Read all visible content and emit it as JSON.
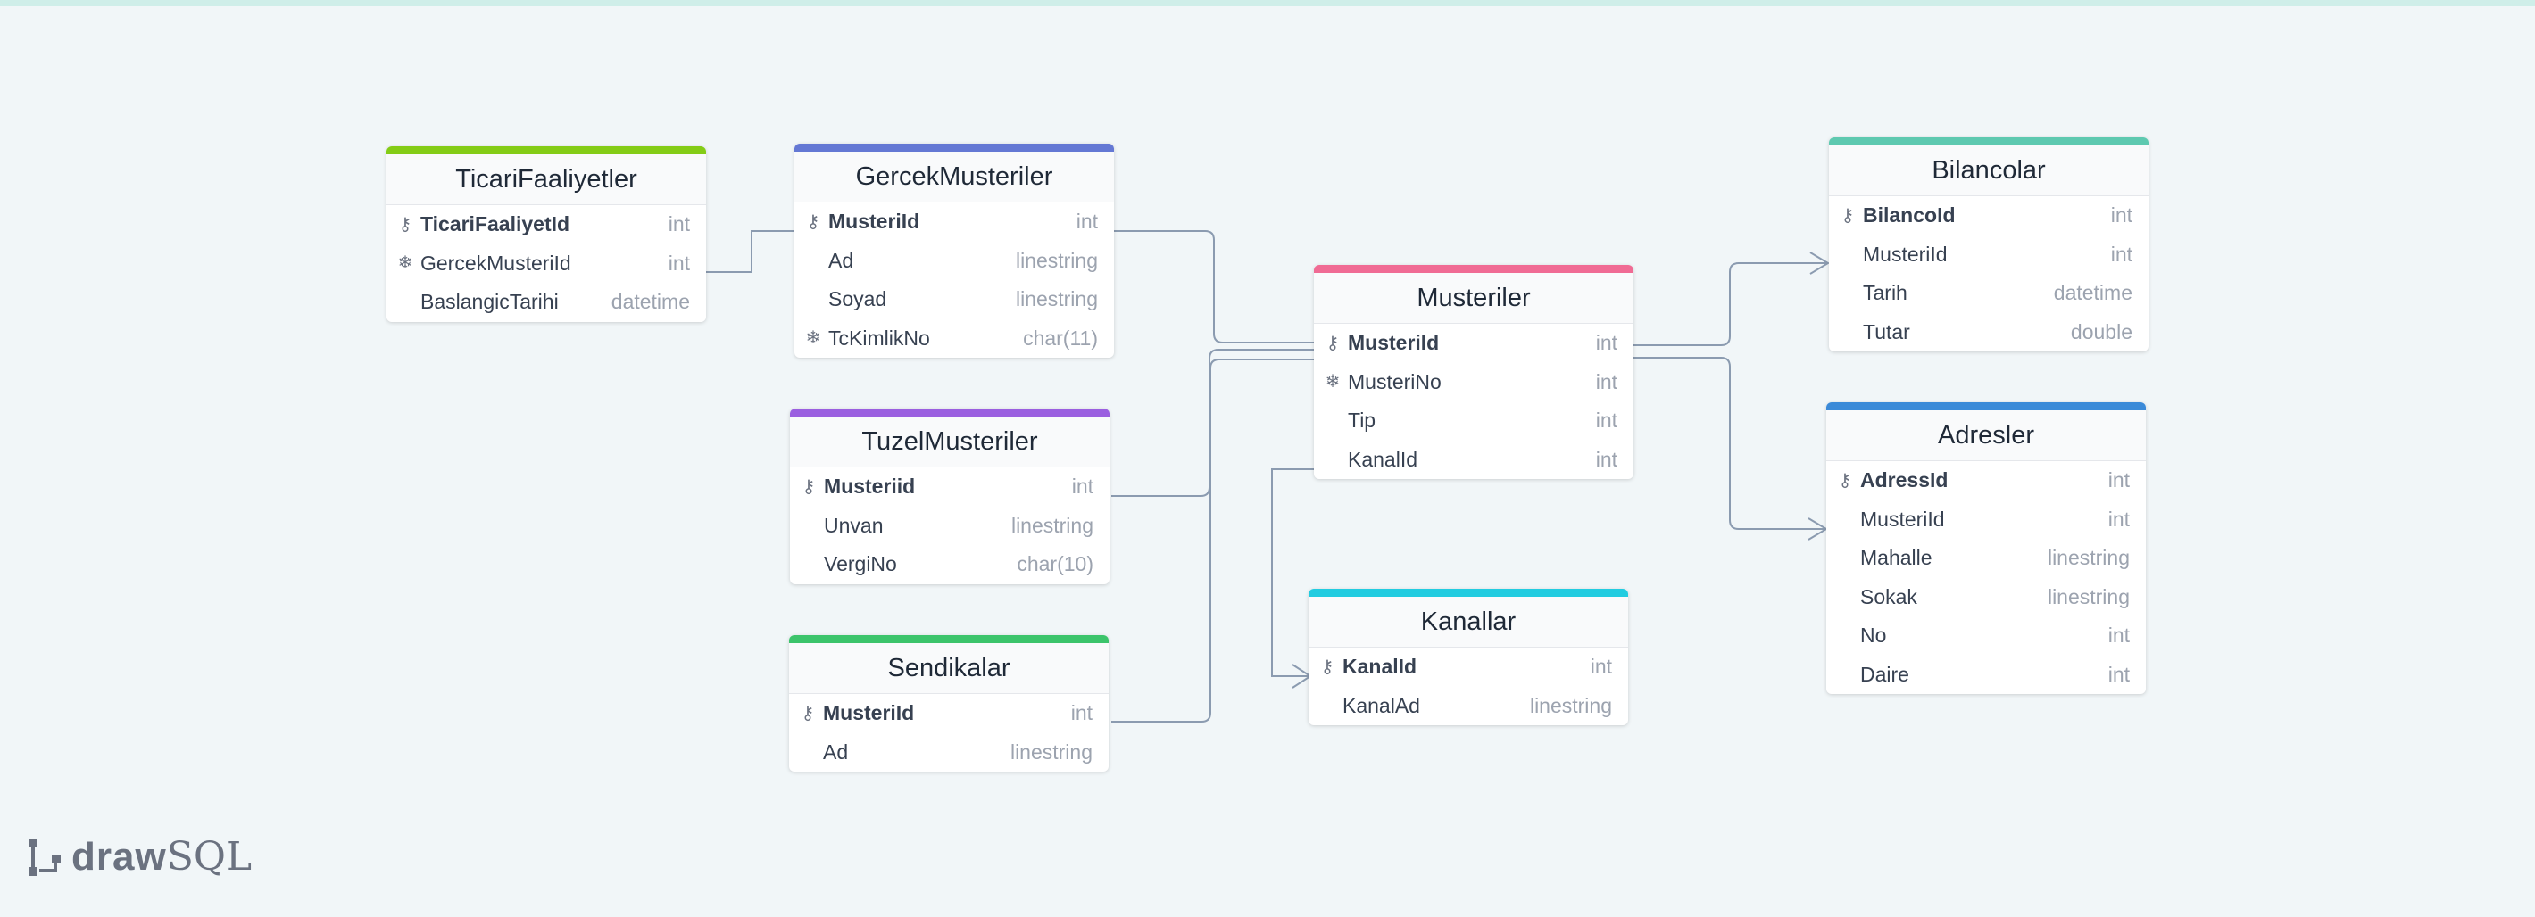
{
  "tables": {
    "ticari": {
      "name": "TicariFaaliyetler",
      "color": "#84cc16",
      "columns": [
        {
          "name": "TicariFaaliyetId",
          "type": "int",
          "icon": "key-icon"
        },
        {
          "name": "GercekMusteriId",
          "type": "int",
          "icon": "snowflake-icon"
        },
        {
          "name": "BaslangicTarihi",
          "type": "datetime",
          "icon": ""
        }
      ]
    },
    "gercek": {
      "name": "GercekMusteriler",
      "color": "#6478d4",
      "columns": [
        {
          "name": "MusteriId",
          "type": "int",
          "icon": "key-icon"
        },
        {
          "name": "Ad",
          "type": "linestring",
          "icon": ""
        },
        {
          "name": "Soyad",
          "type": "linestring",
          "icon": ""
        },
        {
          "name": "TcKimlikNo",
          "type": "char(11)",
          "icon": "snowflake-icon"
        }
      ]
    },
    "tuzel": {
      "name": "TuzelMusteriler",
      "color": "#9b5fe0",
      "columns": [
        {
          "name": "Musteriid",
          "type": "int",
          "icon": "key-icon"
        },
        {
          "name": "Unvan",
          "type": "linestring",
          "icon": ""
        },
        {
          "name": "VergiNo",
          "type": "char(10)",
          "icon": ""
        }
      ]
    },
    "sendika": {
      "name": "Sendikalar",
      "color": "#3cc46b",
      "columns": [
        {
          "name": "MusteriId",
          "type": "int",
          "icon": "key-icon"
        },
        {
          "name": "Ad",
          "type": "linestring",
          "icon": ""
        }
      ]
    },
    "musteriler": {
      "name": "Musteriler",
      "color": "#f06b94",
      "columns": [
        {
          "name": "MusteriId",
          "type": "int",
          "icon": "key-icon"
        },
        {
          "name": "MusteriNo",
          "type": "int",
          "icon": "snowflake-icon"
        },
        {
          "name": "Tip",
          "type": "int",
          "icon": ""
        },
        {
          "name": "KanalId",
          "type": "int",
          "icon": ""
        }
      ]
    },
    "kanallar": {
      "name": "Kanallar",
      "color": "#22cce0",
      "columns": [
        {
          "name": "KanalId",
          "type": "int",
          "icon": "key-icon"
        },
        {
          "name": "KanalAd",
          "type": "linestring",
          "icon": ""
        }
      ]
    },
    "bilancolar": {
      "name": "Bilancolar",
      "color": "#5ec9b0",
      "columns": [
        {
          "name": "BilancoId",
          "type": "int",
          "icon": "key-icon"
        },
        {
          "name": "MusteriId",
          "type": "int",
          "icon": ""
        },
        {
          "name": "Tarih",
          "type": "datetime",
          "icon": ""
        },
        {
          "name": "Tutar",
          "type": "double",
          "icon": ""
        }
      ]
    },
    "adresler": {
      "name": "Adresler",
      "color": "#3b8ad8",
      "columns": [
        {
          "name": "AdressId",
          "type": "int",
          "icon": "key-icon"
        },
        {
          "name": "MusteriId",
          "type": "int",
          "icon": ""
        },
        {
          "name": "Mahalle",
          "type": "linestring",
          "icon": ""
        },
        {
          "name": "Sokak",
          "type": "linestring",
          "icon": ""
        },
        {
          "name": "No",
          "type": "int",
          "icon": ""
        },
        {
          "name": "Daire",
          "type": "int",
          "icon": ""
        }
      ]
    }
  },
  "logo": {
    "part1": "draw",
    "part2": "SQL"
  }
}
